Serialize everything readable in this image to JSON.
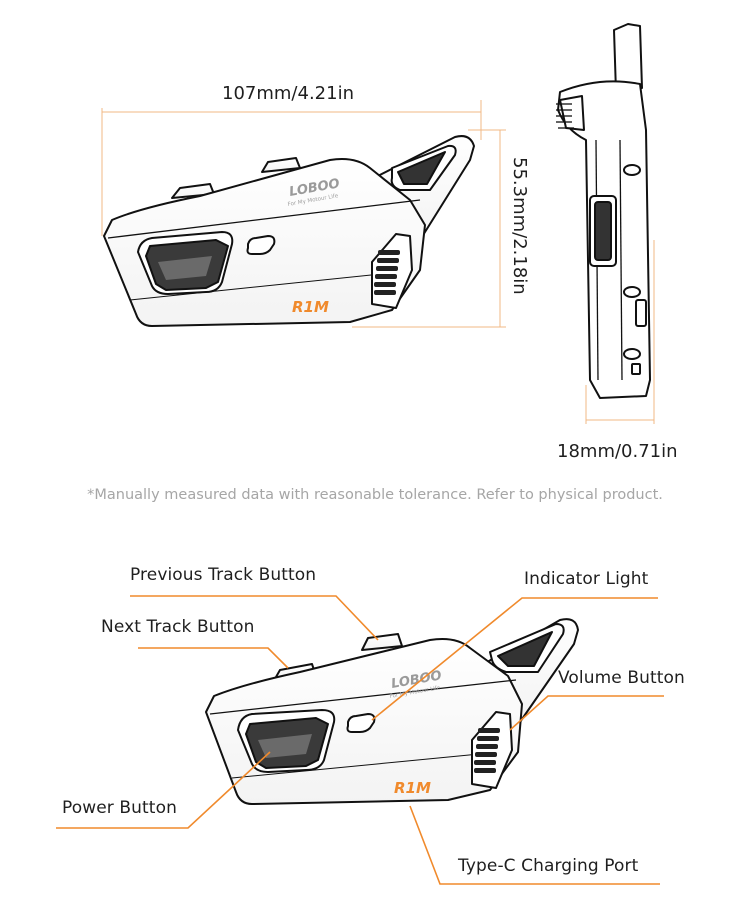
{
  "brand": {
    "logo_text": "LOBOO",
    "tagline": "For My Motour Life",
    "model": "R1M",
    "accent_color": "#f08a2c"
  },
  "dimensions": {
    "length": "107mm/4.21in",
    "height": "55.3mm/2.18in",
    "thickness": "18mm/0.71in"
  },
  "note": "*Manually measured data with reasonable tolerance. Refer to physical product.",
  "callouts": {
    "previous_track": "Previous Track Button",
    "indicator_light": "Indicator Light",
    "next_track": "Next Track Button",
    "volume": "Volume Button",
    "power": "Power Button",
    "charging_port": "Type-C Charging Port"
  }
}
